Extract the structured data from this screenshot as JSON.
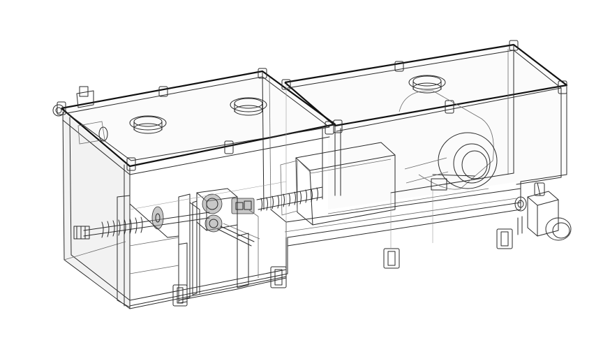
{
  "figure": {
    "background": "#ffffff",
    "line_color": "#2a2a2a",
    "components": [
      "left-enclosure",
      "right-enclosure",
      "lid-frame",
      "top-port-left",
      "top-port-middle",
      "top-port-right",
      "motor-cylinder",
      "motor-housing-box",
      "lead-screw",
      "gear-assembly",
      "spring-shaft",
      "knob-valve-right",
      "hinge-clip-left",
      "inner-partitions",
      "mounting-brackets"
    ]
  }
}
